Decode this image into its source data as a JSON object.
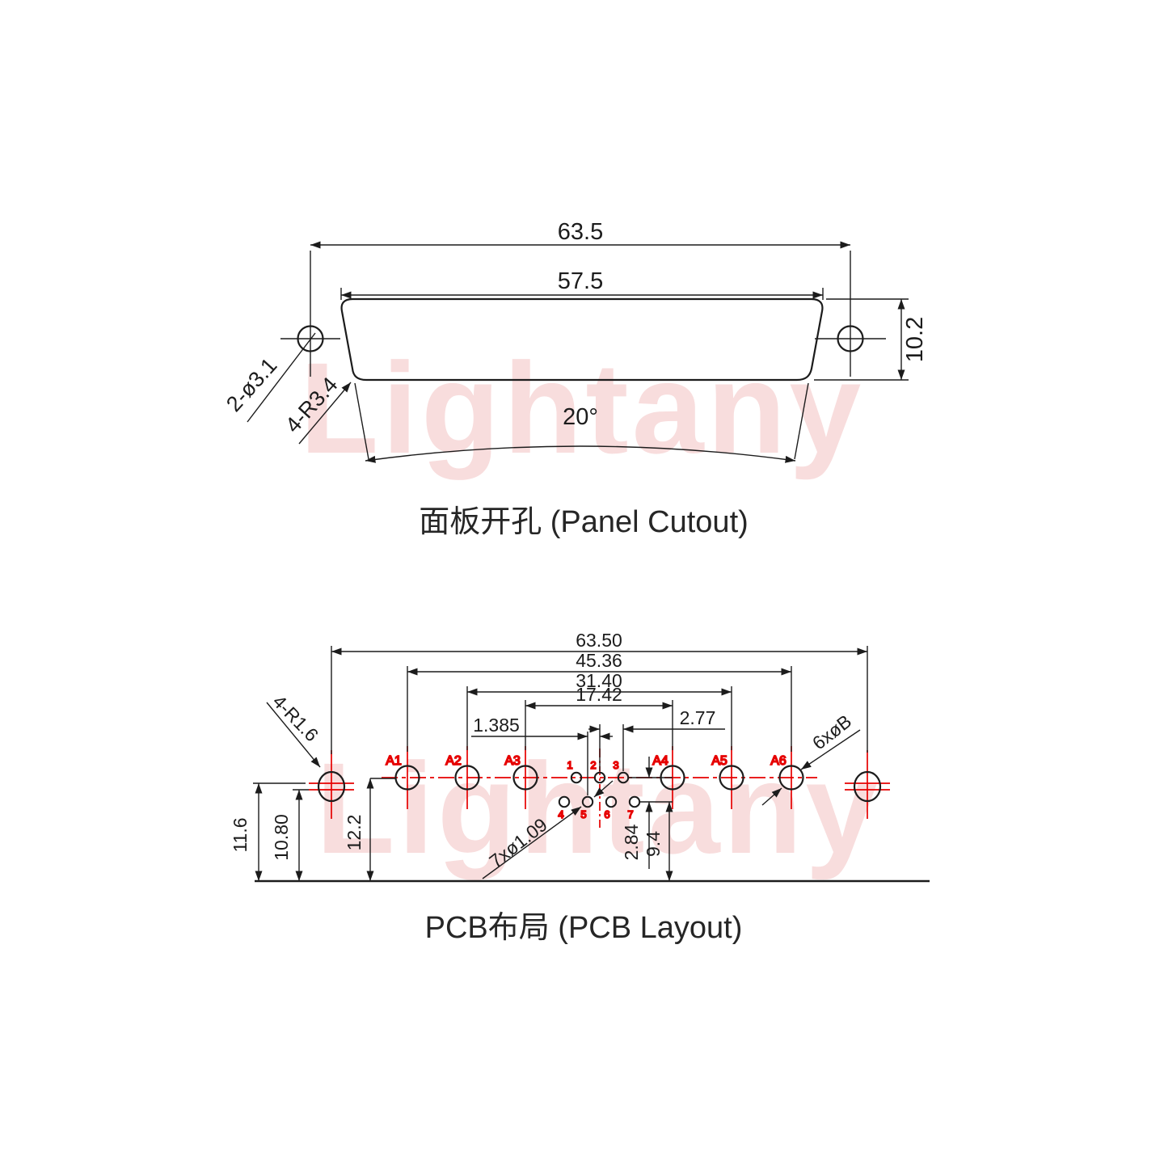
{
  "watermark": {
    "text": "Lightany"
  },
  "panel_cutout": {
    "title": "面板开孔 (Panel Cutout)",
    "dim_width_outer": "63.5",
    "dim_width_slot": "57.5",
    "dim_height": "10.2",
    "dim_angle": "20°",
    "label_mount_holes": "2-ø3.1",
    "label_corner_radius": "4-R3.4"
  },
  "pcb_layout": {
    "title": "PCB布局 (PCB Layout)",
    "dim_mount_span": "63.50",
    "dim_signal_span": "45.36",
    "dim_inner_span": "31.40",
    "dim_center_span": "17.42",
    "dim_pin_offset": "1.385",
    "dim_pin_pitch": "2.77",
    "dim_row_gap": "2.84",
    "dim_row_from_edge": "9.4",
    "dim_mount_upper": "11.6",
    "dim_mount_lower": "10.80",
    "dim_row_a_from_edge": "12.2",
    "label_signal_holes": "7xø1.09",
    "label_coax_holes": "6xøB",
    "label_mount_radius": "4-R1.6",
    "hole_labels": [
      "A1",
      "A2",
      "A3",
      "A4",
      "A5",
      "A6"
    ],
    "pin_labels": [
      "1",
      "2",
      "3",
      "4",
      "5",
      "6",
      "7"
    ]
  }
}
